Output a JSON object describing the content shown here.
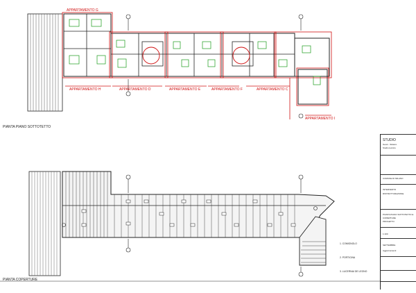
{
  "top_plan": {
    "title": "PIANTA PIANO SOTTOTETTO",
    "apartments": {
      "g": "APPARTAMENTO G",
      "h": "APPARTAMENTO H",
      "d": "APPARTAMENTO D",
      "e": "APPARTAMENTO E",
      "f": "APPARTAMENTO F",
      "c": "APPARTAMENTO C",
      "i": "APPARTAMENTO I"
    }
  },
  "bottom_plan": {
    "title": "PIANTA COPERTURE"
  },
  "legend": {
    "item1": "1. COMIGNOLO",
    "item2": "2. PORTICINA",
    "item3": "3. LUCERNAI DE LEGNO"
  },
  "title_block": {
    "studio": "STUDIO",
    "line1": "Geom. Velasco",
    "line2": "Studio tecnico",
    "line3": "COMUNE DI MILANO",
    "line4": "INTERVENTO",
    "line5": "RISTRUTTURAZIONE",
    "line6": "PIANTA PIANO SOTTOTETTO E",
    "line7": "COPERTURE",
    "line8": "PROGETTO",
    "line9": "1:100",
    "line10": "SETTEMBRE",
    "line11": "Aggiornamenti"
  },
  "colors": {
    "red": "#d01010",
    "green": "#1a9a1a",
    "ink": "#222222"
  }
}
